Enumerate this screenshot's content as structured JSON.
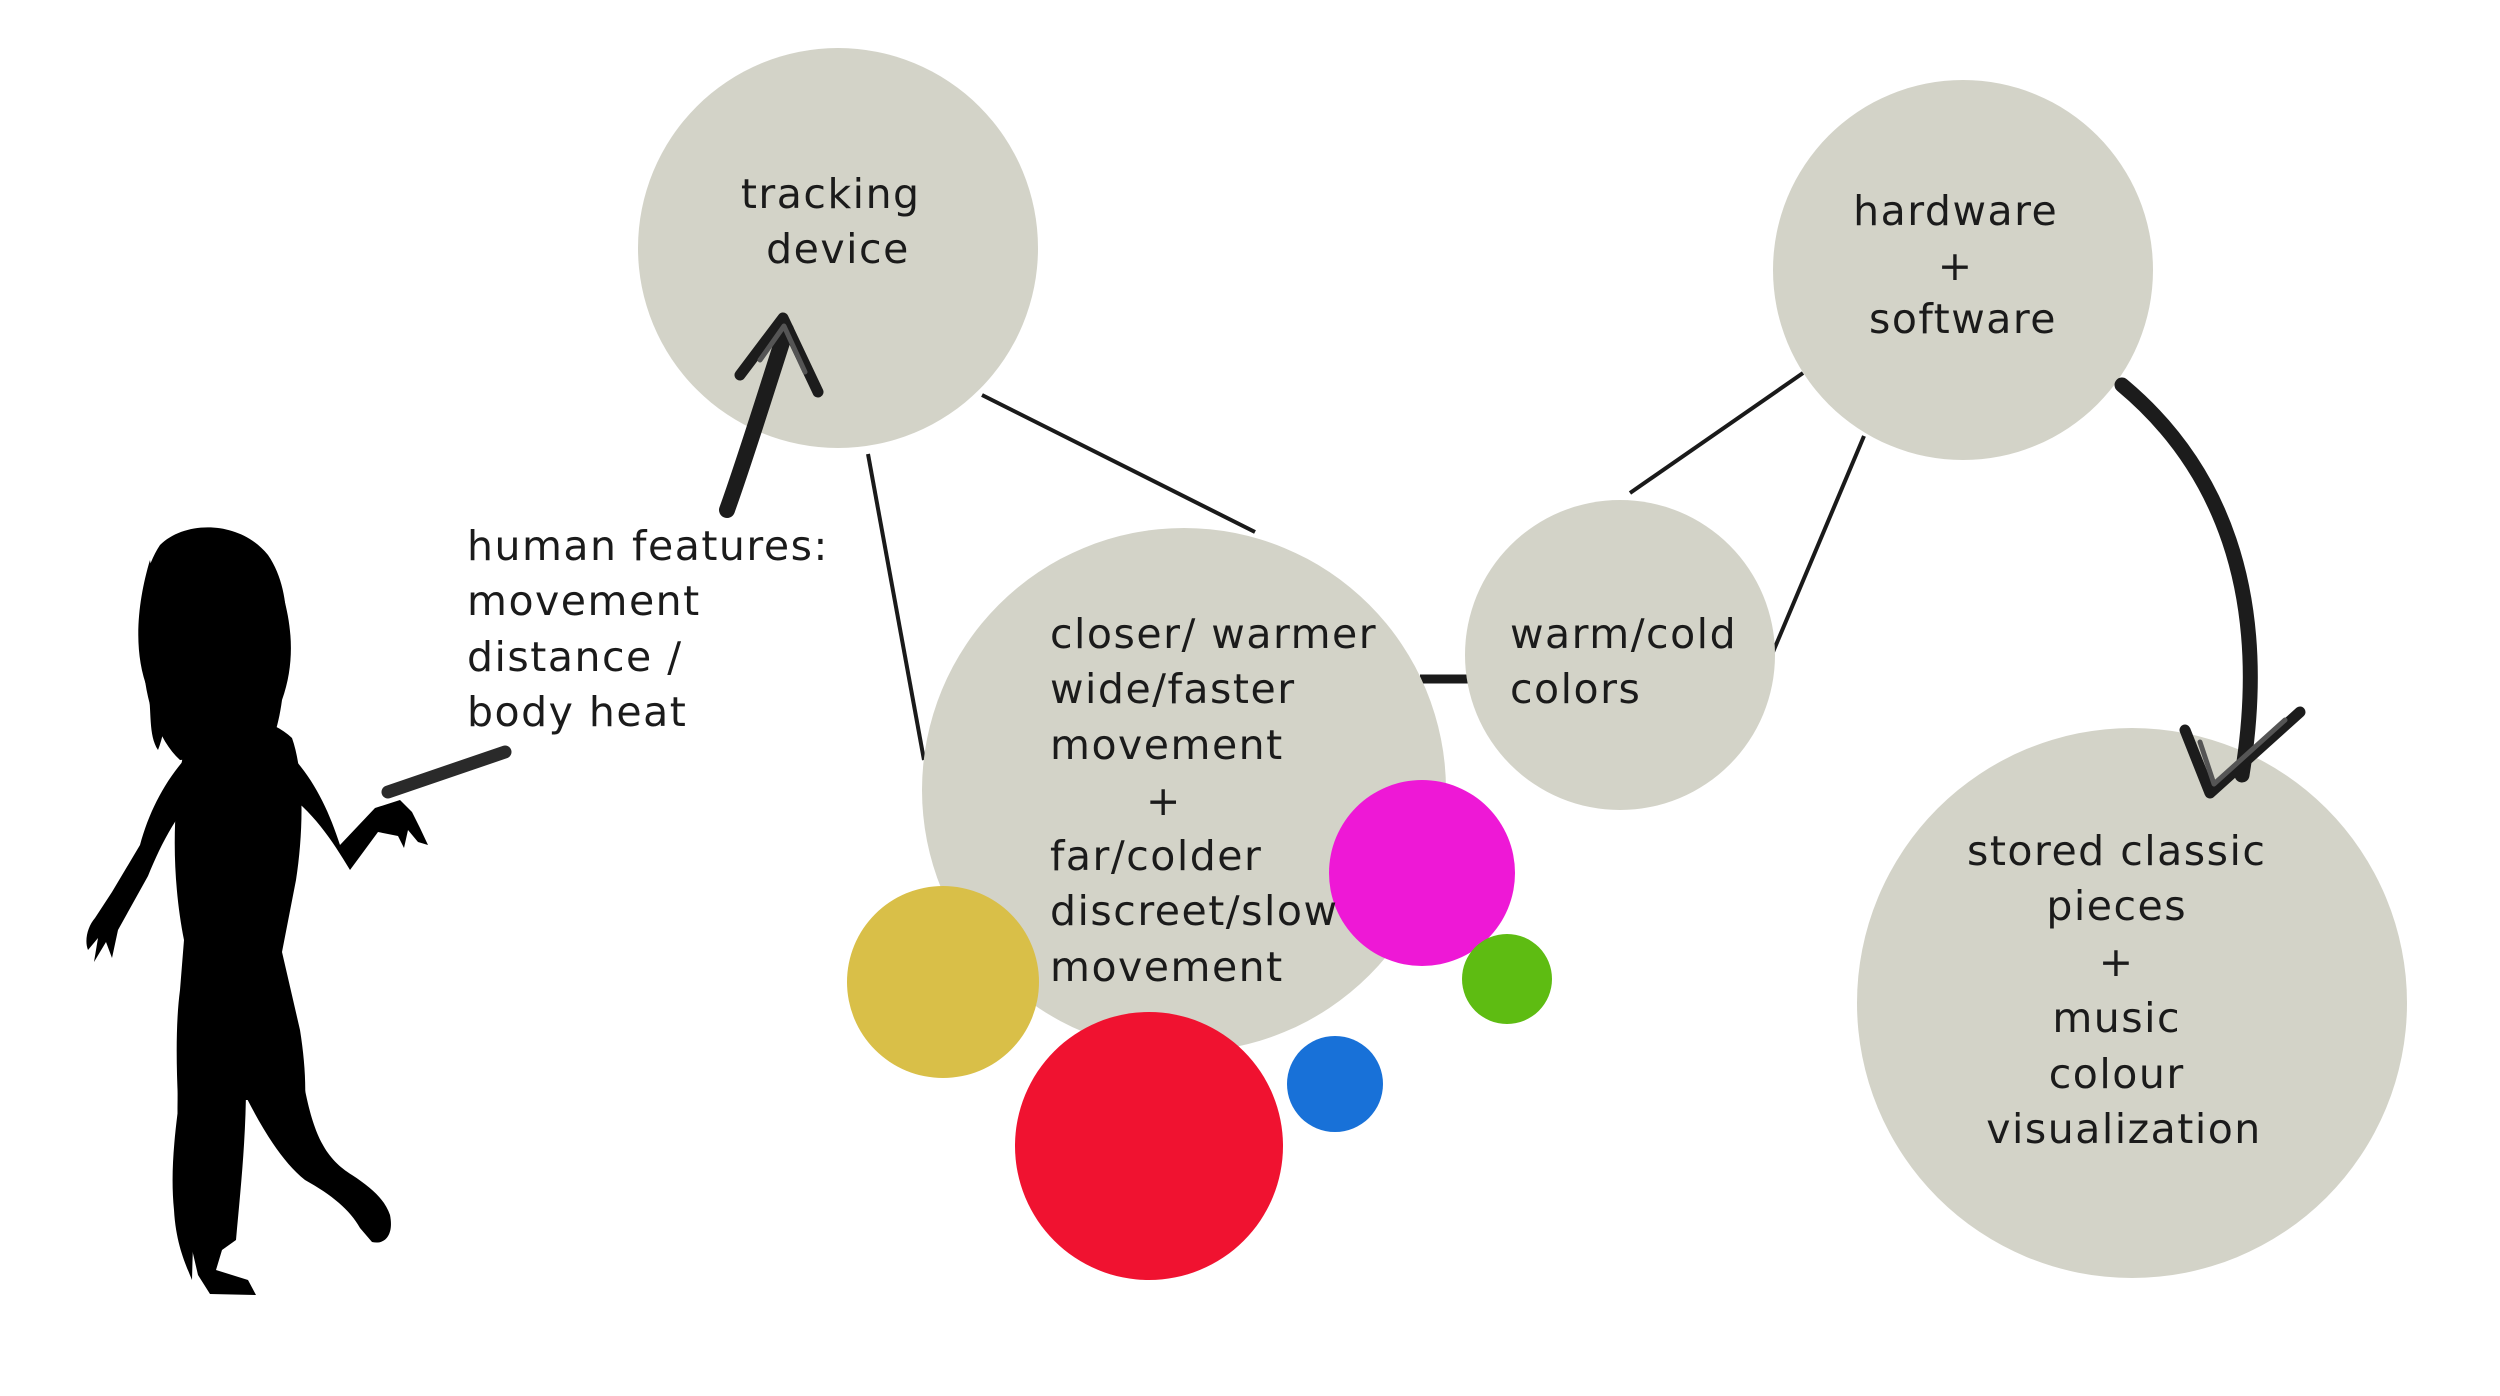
{
  "nodes": {
    "tracking": {
      "lines": [
        "tracking",
        "device"
      ]
    },
    "hardware": {
      "lines": [
        "hardware",
        "+",
        "software"
      ]
    },
    "central": {
      "lines": [
        "closer/ warmer",
        "wide/faster",
        "movement",
        "+",
        "far/colder",
        "discreet/slow",
        "movement"
      ]
    },
    "warmcold": {
      "lines": [
        "warm/cold",
        "colors"
      ]
    },
    "stored": {
      "lines": [
        "stored classic",
        "pieces",
        "+",
        "music",
        "colour",
        "visualization"
      ]
    }
  },
  "human_features": {
    "lines": [
      "human features:",
      "movement",
      "distance /",
      "body heat"
    ]
  },
  "colors": {
    "node_fill": "#d3d3c8",
    "yellow": "#d9bf48",
    "red": "#f01230",
    "blue": "#1871d8",
    "magenta": "#ee18d6",
    "green": "#5ebc12",
    "ink": "#111111"
  },
  "icons": {
    "figure": "dancing-woman-silhouette-icon"
  }
}
